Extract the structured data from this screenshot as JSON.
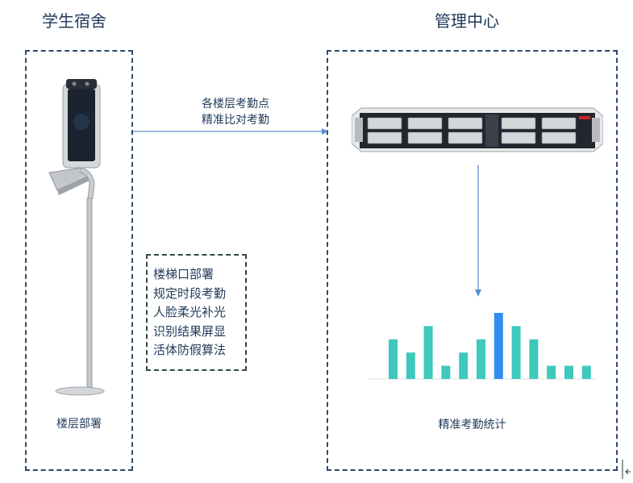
{
  "left_section": {
    "title": "学生宿舍",
    "caption": "楼层部署"
  },
  "right_section": {
    "title": "管理中心",
    "caption": "精准考勤统计"
  },
  "connector_label": [
    "各楼层考勤点",
    "精准比对考勤"
  ],
  "features": [
    "楼梯口部署",
    "规定时段考勤",
    "人脸柔光补光",
    "识别结果屏显",
    "活体防假算法"
  ],
  "colors": {
    "border": "#2c4a6a",
    "arrow": "#5b8fd0",
    "bar": "#3ec9bc",
    "bar_highlight": "#2f8ff0"
  },
  "chart_data": {
    "type": "bar",
    "values": [
      6,
      4,
      8,
      2,
      4,
      6,
      10,
      8,
      6,
      2,
      2,
      2
    ],
    "highlight_index": 6,
    "ylim": [
      0,
      10
    ]
  }
}
